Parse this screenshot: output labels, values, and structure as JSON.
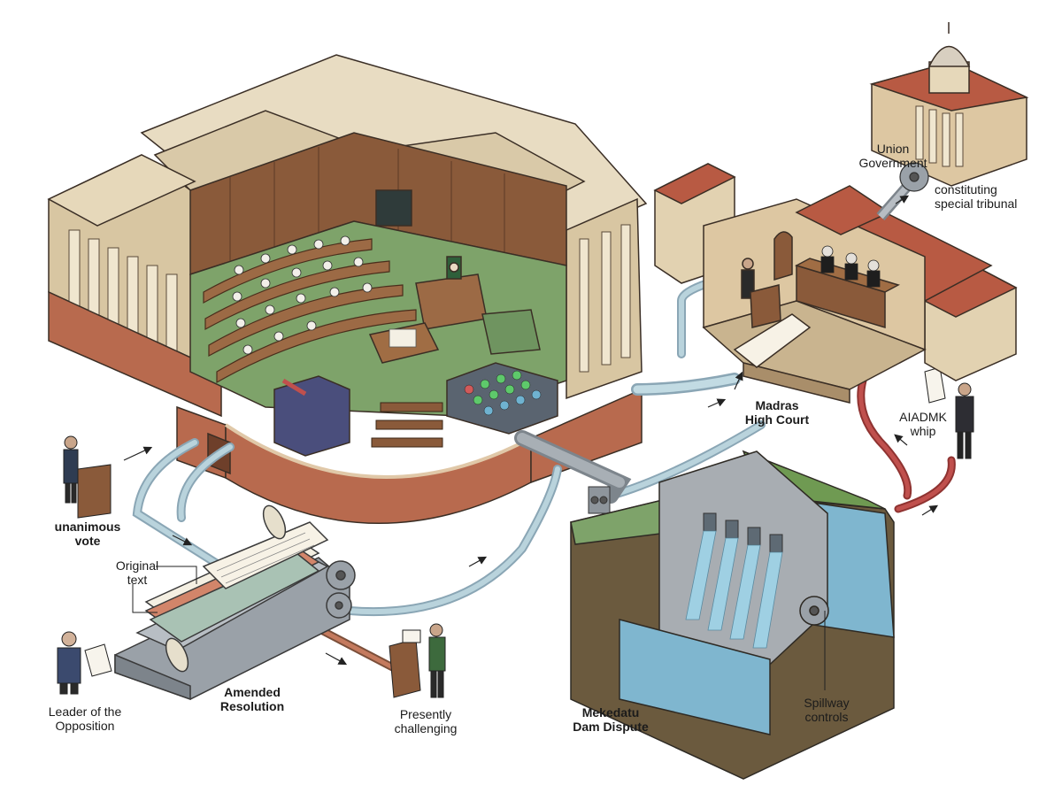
{
  "labels": {
    "union_government": [
      "Union",
      "Government"
    ],
    "constituting_tribunal": [
      "constituting",
      "special tribunal"
    ],
    "madras_high_court": [
      "Madras",
      "High Court"
    ],
    "aiadmk_whip": [
      "AIADMK",
      "whip"
    ],
    "unanimous_vote": [
      "unanimous",
      "vote"
    ],
    "original_text": [
      "Original",
      "text"
    ],
    "leader_of_opposition": [
      "Leader of the",
      "Opposition"
    ],
    "amended_resolution": [
      "Amended",
      "Resolution"
    ],
    "presently_challenging": [
      "Presently",
      "challenging"
    ],
    "mekedatu_dam_dispute": [
      "Mekedatu",
      "Dam Dispute"
    ],
    "spillway_controls": [
      "Spillway",
      "controls"
    ]
  },
  "colors": {
    "stone": "#e4d3b3",
    "stone_dark": "#c9b48f",
    "brick": "#b86a4e",
    "roof": "#b85a43",
    "wood": "#8a5a3a",
    "carpet": "#7ea36a",
    "water": "#7fb6cf",
    "pipe_blue": "#9fc2cf",
    "pipe_red": "#c0504d",
    "metal": "#8e959c"
  }
}
